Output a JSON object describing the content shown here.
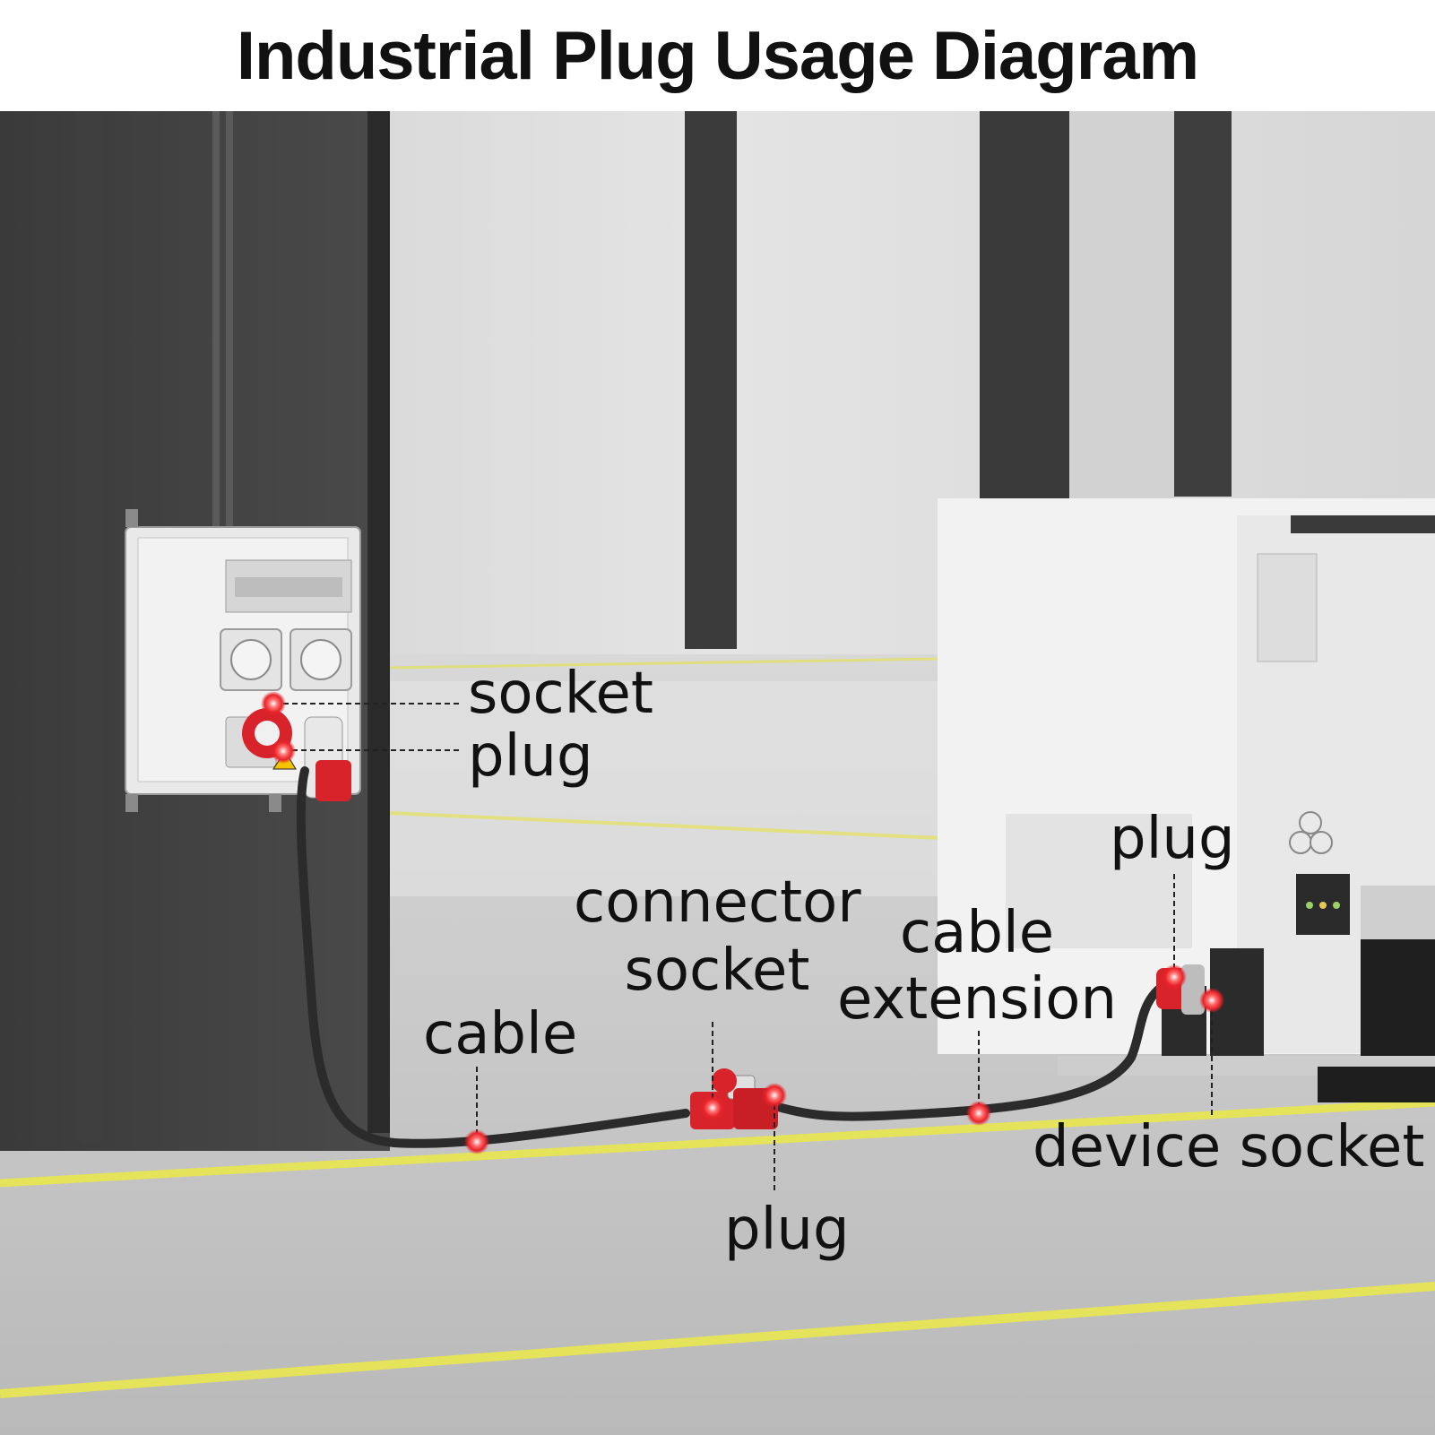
{
  "title": "Industrial Plug Usage Diagram",
  "colors": {
    "marker": "#e8232a",
    "floor_stripe": "#e5e35a",
    "cable": "#2b2b2b",
    "plug_red": "#d8232a"
  },
  "labels": {
    "box_socket": "socket",
    "box_plug": "plug",
    "cable": "cable",
    "connector_line1": "connector",
    "connector_line2": "socket",
    "connector_plug": "plug",
    "extension_line1": "cable",
    "extension_line2": "extension",
    "machine_plug": "plug",
    "device_socket": "device socket"
  }
}
